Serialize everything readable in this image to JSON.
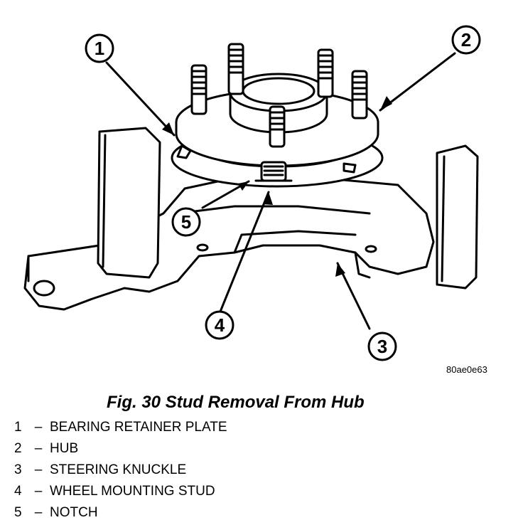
{
  "figure": {
    "code": "80ae0e63",
    "caption": "Fig. 30 Stud Removal From Hub",
    "callouts": [
      "1",
      "2",
      "3",
      "4",
      "5"
    ],
    "legend": [
      {
        "num": "1",
        "label": "BEARING RETAINER PLATE"
      },
      {
        "num": "2",
        "label": "HUB"
      },
      {
        "num": "3",
        "label": "STEERING KNUCKLE"
      },
      {
        "num": "4",
        "label": "WHEEL MOUNTING STUD"
      },
      {
        "num": "5",
        "label": "NOTCH"
      }
    ]
  }
}
